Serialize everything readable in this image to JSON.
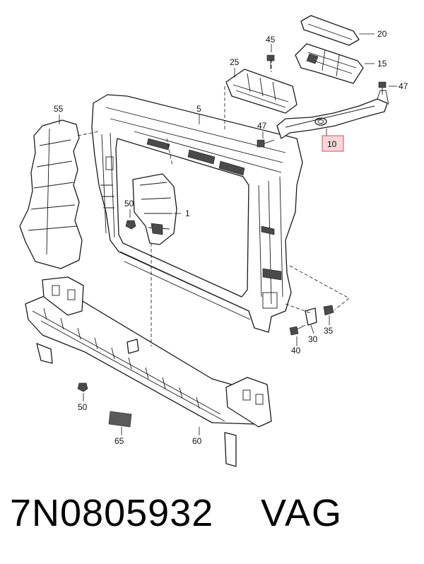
{
  "diagram": {
    "callouts": {
      "c1": "1",
      "c5": "5",
      "c10": "10",
      "c15": "15",
      "c20": "20",
      "c25": "25",
      "c30": "30",
      "c35": "35",
      "c40": "40",
      "c45": "45",
      "c47a": "47",
      "c47b": "47",
      "c50a": "50",
      "c50b": "50",
      "c55": "55",
      "c60": "60",
      "c65": "65"
    },
    "highlight_color": "#d94f5b"
  },
  "footer": {
    "part_number": "7N0805932",
    "brand": "VAG"
  }
}
